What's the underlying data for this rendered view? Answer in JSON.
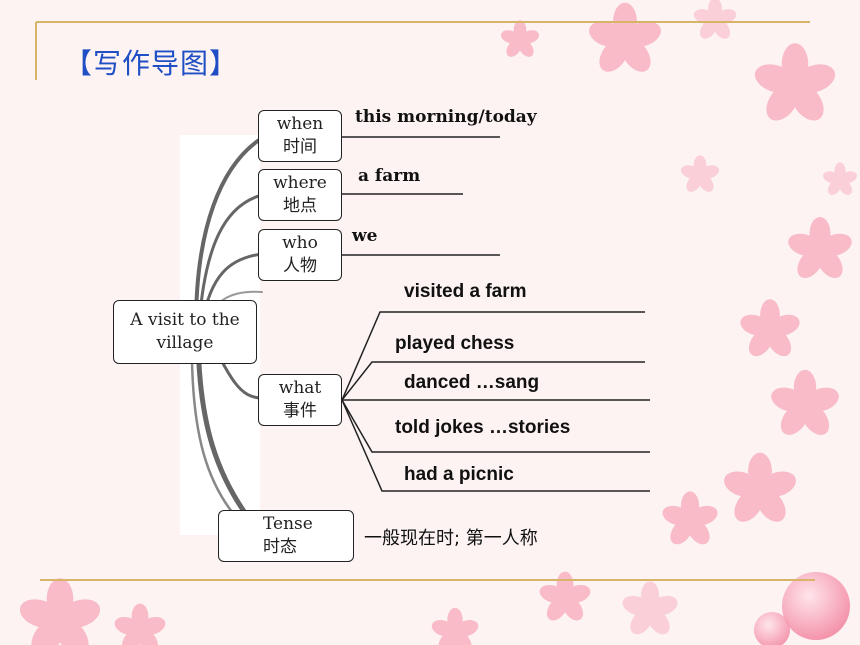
{
  "title": "【写作导图】",
  "colors": {
    "title": "#1f4fc4",
    "rule": "#d7b46a",
    "petal": "#f4a5b5"
  },
  "center": {
    "line1": "A visit to the",
    "line2": "village"
  },
  "branches": [
    {
      "en": "when",
      "zh": "时间",
      "answers": [
        "this morning/today"
      ]
    },
    {
      "en": "where",
      "zh": "地点",
      "answers": [
        "a farm"
      ]
    },
    {
      "en": "who",
      "zh": "人物",
      "answers": [
        "we"
      ]
    },
    {
      "en": "what",
      "zh": "事件",
      "answers": [
        "visited a farm",
        "played chess",
        "danced …sang",
        "told jokes …stories",
        "had a picnic"
      ]
    },
    {
      "en": "Tense",
      "zh": "时态",
      "answers": [
        "一般现在时; 第一人称"
      ]
    }
  ]
}
